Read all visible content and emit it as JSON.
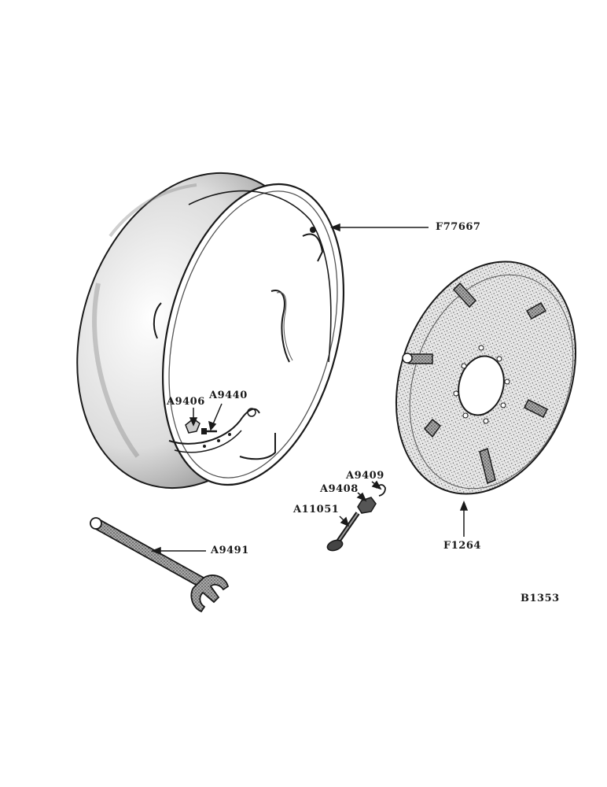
{
  "parts": {
    "rim": {
      "label": "F77667"
    },
    "center_disc": {
      "label": "F1264"
    },
    "clamp": {
      "label": "A9406"
    },
    "clamp_bolt": {
      "label": "A9440"
    },
    "cotter_pin": {
      "label": "A9409"
    },
    "nut": {
      "label": "A9408"
    },
    "stud_bolt": {
      "label": "A11051"
    },
    "wrench": {
      "label": "A9491"
    }
  },
  "figure_id": "B1353",
  "colors": {
    "ink": "#1a1a1a",
    "paper": "#ffffff",
    "stipple": "#6e6e6e"
  }
}
